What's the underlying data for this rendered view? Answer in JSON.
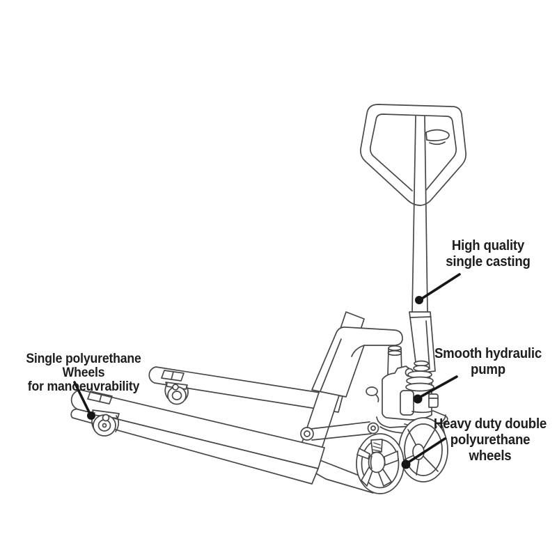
{
  "canvas": {
    "colors": {
      "line": "#474747",
      "leader": "#161616",
      "text": "#1d1d1d",
      "background": "#ffffff"
    }
  },
  "labels": {
    "single_casting": "High quality\nsingle casting",
    "hydraulic_pump": "Smooth hydraulic\npump",
    "double_wheels": "Heavy duty double\npolyurethane\nwheels",
    "single_wheels": "Single polyurethane Wheels\nfor manoeuvrability"
  }
}
